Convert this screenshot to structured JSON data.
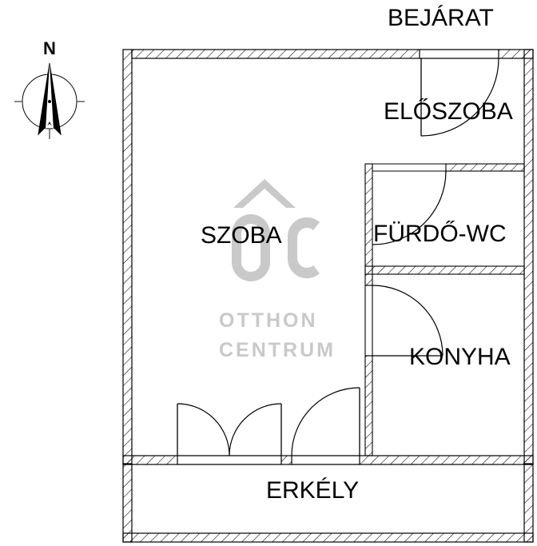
{
  "plan": {
    "title": "BEJÁRAT",
    "rooms": [
      {
        "key": "eloszoba",
        "label": "ELŐSZOBA"
      },
      {
        "key": "furdo_wc",
        "label": "FÜRDŐ-WC"
      },
      {
        "key": "konyha",
        "label": "KONYHA"
      },
      {
        "key": "szoba",
        "label": "SZOBA"
      },
      {
        "key": "erkely",
        "label": "ERKÉLY"
      }
    ],
    "compass": {
      "north_label": "N",
      "icon": "compass-rose-icon"
    },
    "watermark": {
      "line1": "OTTHON",
      "line2": "CENTRUM",
      "monogram": "OC",
      "color": "#c9c9c9"
    },
    "colors": {
      "line": "#000000",
      "hatch": "#000000",
      "background": "#ffffff",
      "watermark": "#c9c9c9"
    }
  }
}
